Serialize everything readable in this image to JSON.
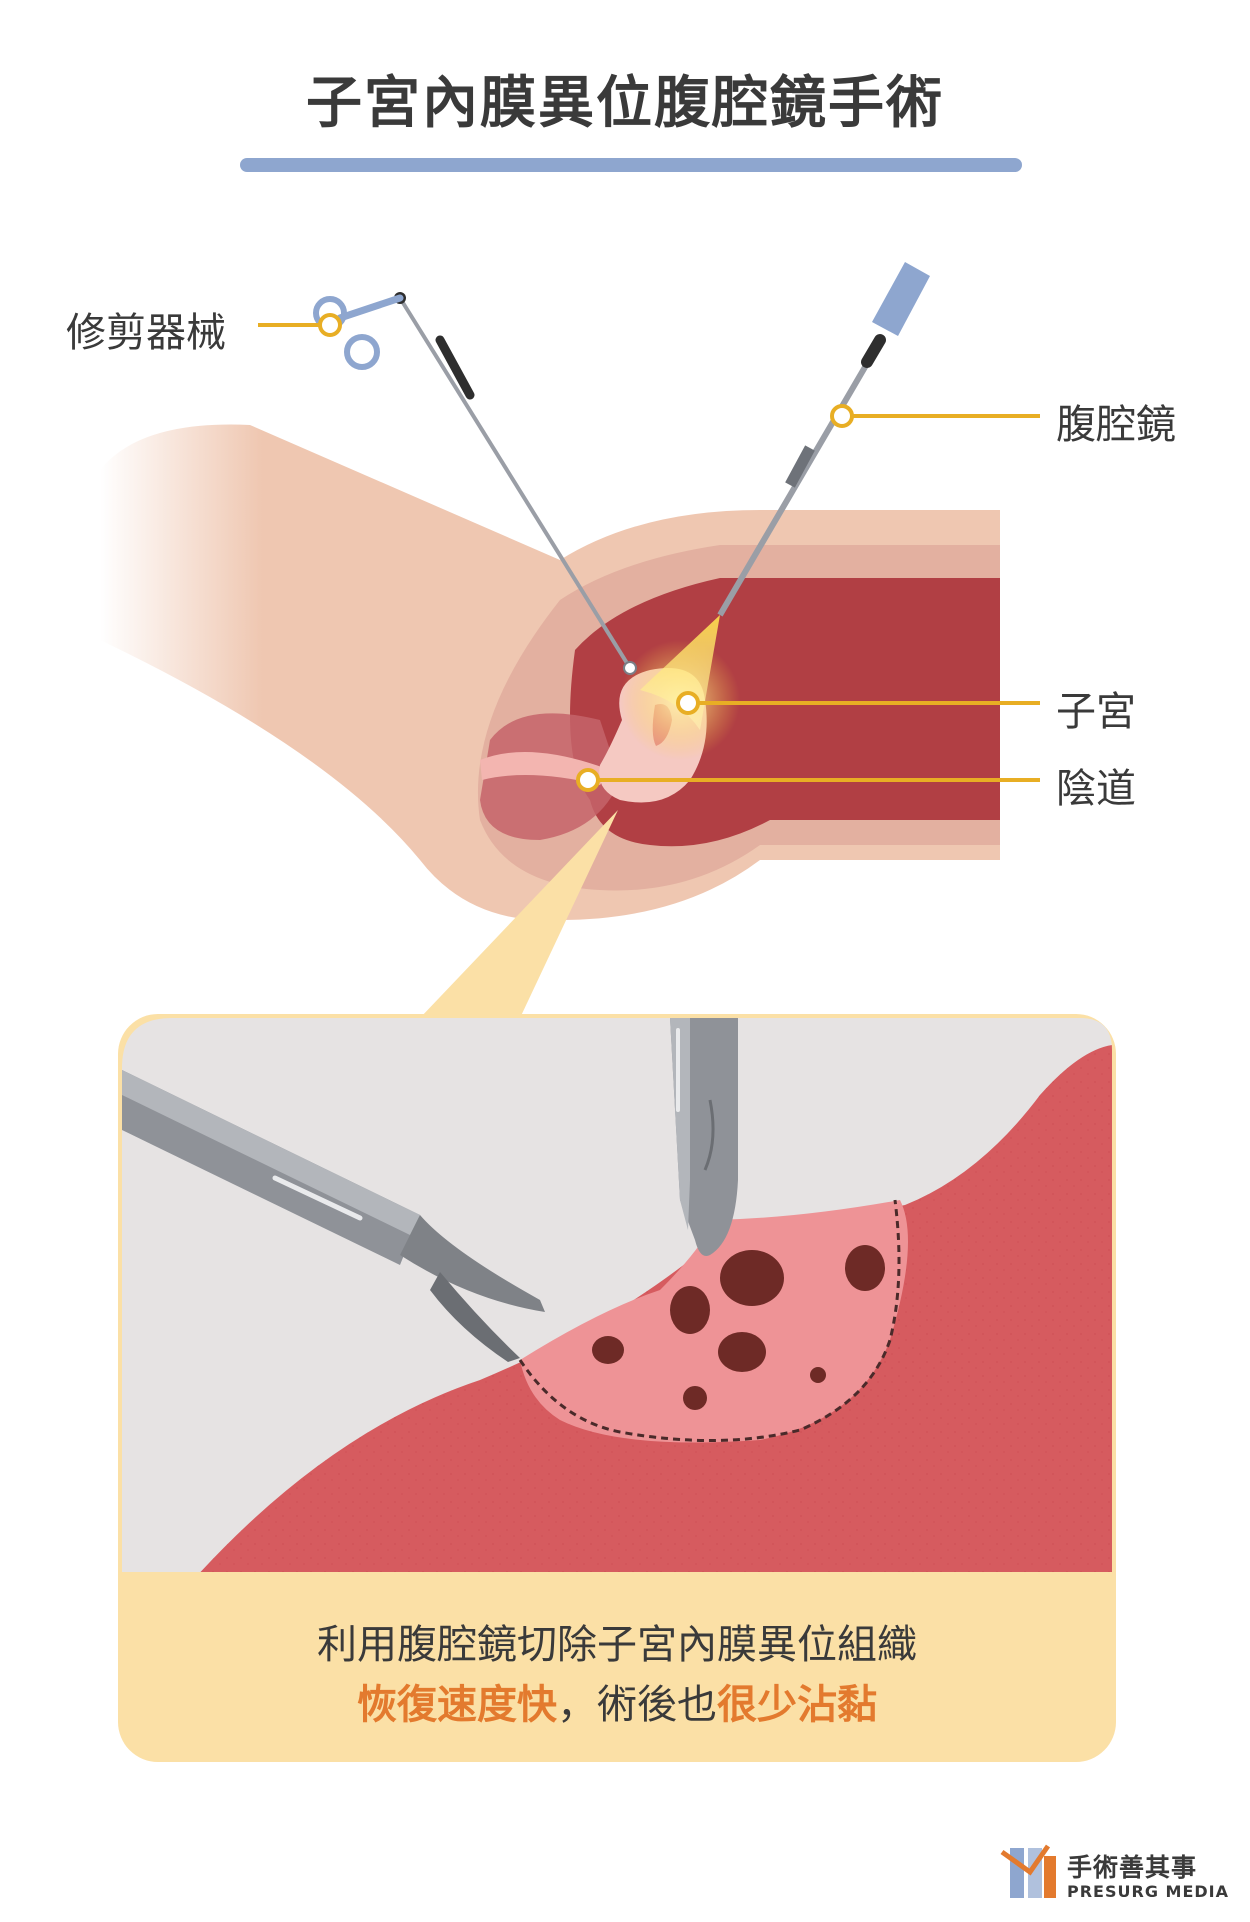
{
  "title": "子宮內膜異位腹腔鏡手術",
  "labels": {
    "scissors": "修剪器械",
    "laparoscope": "腹腔鏡",
    "uterus": "子宮",
    "vagina": "陰道"
  },
  "caption": {
    "line1": "利用腹腔鏡切除子宮內膜異位組織",
    "line2_a": "恢復速度快",
    "line2_b": "，術後也",
    "line2_c": "很少沾黏"
  },
  "brand": {
    "name_cn": "手術善其事",
    "name_en": "PRESURG MEDIA"
  },
  "colors": {
    "title_bar": "#8ea6cf",
    "leader": "#e8ae24",
    "tissue_dark": "#b13f44",
    "tissue_light": "#d45e62",
    "skin": "#efc7b1",
    "panel": "#fbe0a6",
    "highlight": "#e37a2e"
  }
}
